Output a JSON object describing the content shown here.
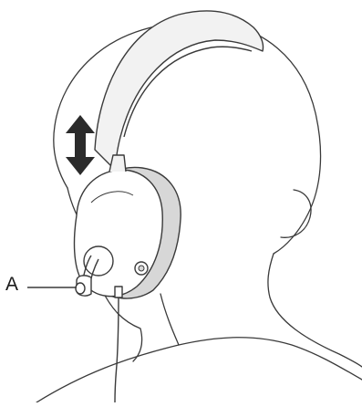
{
  "callout": {
    "label": "A"
  },
  "colors": {
    "outline": "#3a3a3a",
    "skin": "#ffffff",
    "headphone_shade": "#d7d7d7",
    "headphone_light": "#f2f2f2",
    "arrow": "#2b2b2b"
  },
  "figure": {
    "subject": "headphones-on-head",
    "arrow": "double-headed-vertical"
  }
}
